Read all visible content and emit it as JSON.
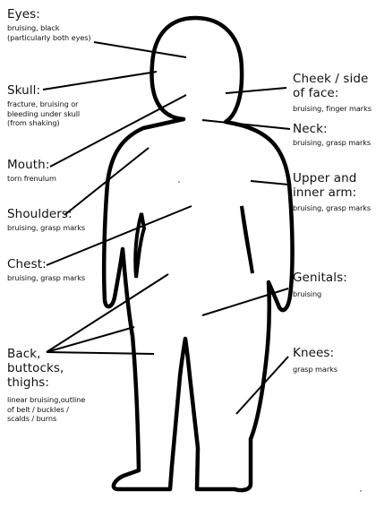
{
  "labels": {
    "eyes": {
      "title": "Eyes:",
      "desc": "bruising, black (particularly both eyes)"
    },
    "skull": {
      "title": "Skull:",
      "desc": "fracture, bruising or bleeding under skull (from shaking)"
    },
    "mouth": {
      "title": "Mouth:",
      "desc": "torn frenulum"
    },
    "shoulders": {
      "title": "Shoulders:",
      "desc": "bruising, grasp marks"
    },
    "chest": {
      "title": "Chest:",
      "desc": "bruising, grasp marks"
    },
    "back": {
      "title": "Back, buttocks, thighs:",
      "desc": "linear bruising,outline of belt / buckles / scalds / burns"
    },
    "cheek": {
      "title": "Cheek / side of face:",
      "desc": "bruising, finger marks"
    },
    "neck": {
      "title": "Neck:",
      "desc": "bruising, grasp marks"
    },
    "arm": {
      "title": "Upper and inner arm:",
      "desc": "bruising, grasp marks"
    },
    "genitals": {
      "title": "Genitals:",
      "desc": "bruising"
    },
    "knees": {
      "title": "Knees:",
      "desc": "grasp marks"
    }
  }
}
